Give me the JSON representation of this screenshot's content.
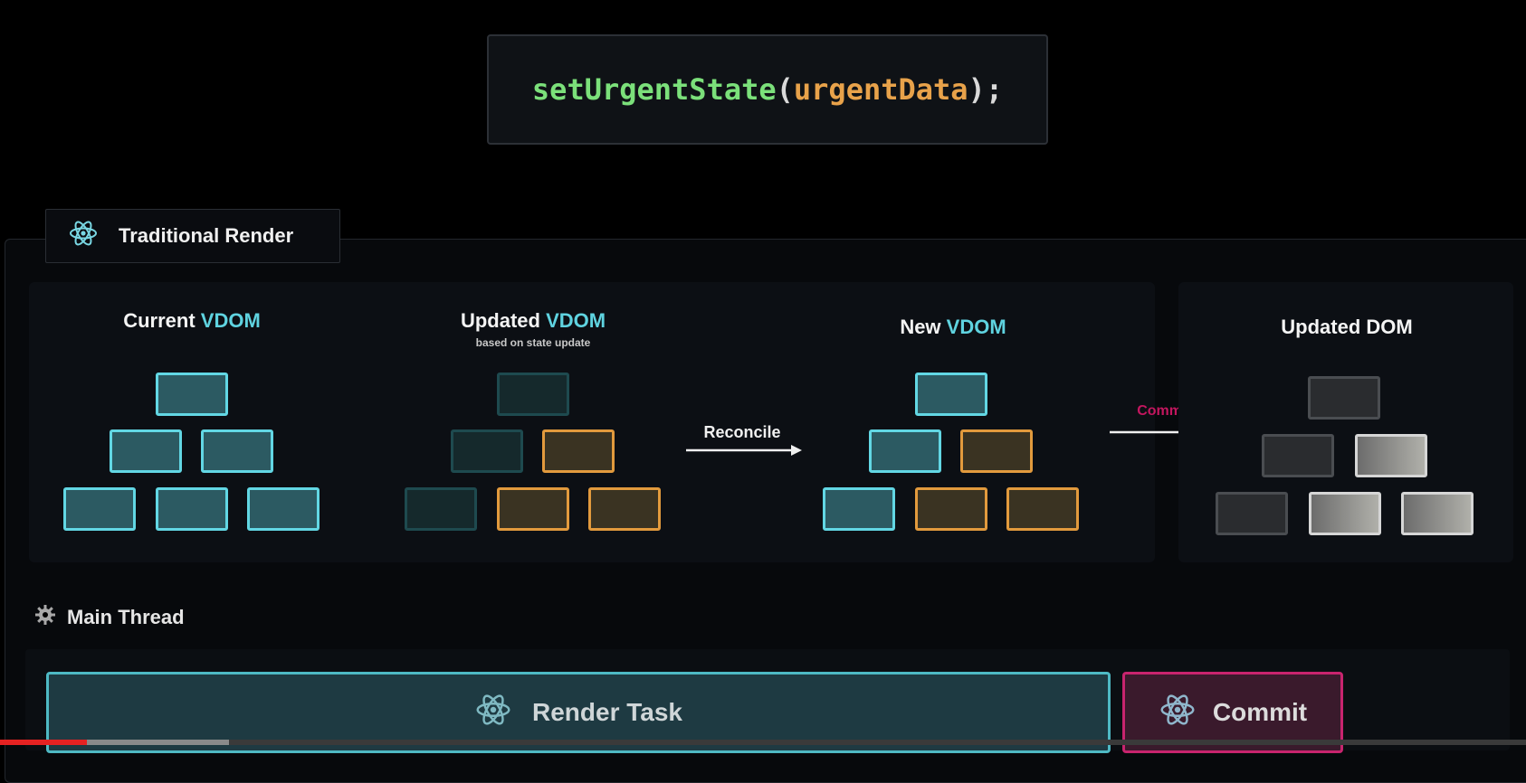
{
  "code": {
    "fn": "setUrgentState",
    "open": "(",
    "arg": "urgentData",
    "close": ");"
  },
  "section": {
    "title": "Traditional Render",
    "icon": "react-atom-icon"
  },
  "trees": {
    "current": {
      "title": "Current ",
      "highlight": "VDOM"
    },
    "updated": {
      "title": "Updated ",
      "highlight": "VDOM",
      "subtitle": "based on state update"
    },
    "new": {
      "title": "New ",
      "highlight": "VDOM"
    },
    "dom": {
      "title": "Updated DOM"
    }
  },
  "arrows": {
    "reconcile": "Reconcile",
    "commit": "Commit"
  },
  "main_thread": {
    "label": "Main Thread",
    "icon": "gear-icon"
  },
  "tasks": {
    "render": "Render Task",
    "commit": "Commit"
  },
  "colors": {
    "accent_cyan": "#62d7e4",
    "accent_orange": "#e29a3d",
    "commit_magenta": "#c8246e",
    "code_green": "#7be07a"
  },
  "video_progress": {
    "played_fraction": 0.057,
    "buffered_fraction": 0.15
  }
}
